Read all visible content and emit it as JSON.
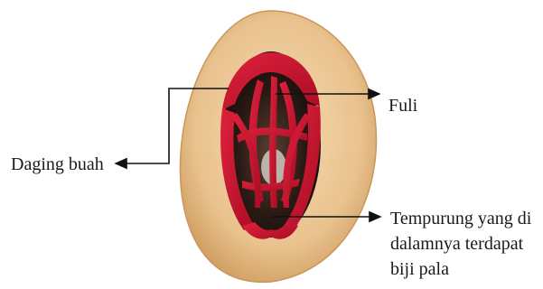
{
  "labels": {
    "fuli": "Fuli",
    "daging_buah": "Daging buah",
    "tempurung": [
      "Tempurung yang di",
      "dalamnya terdapat",
      "biji pala"
    ]
  },
  "colors": {
    "flesh": "#e9c28e",
    "flesh_edge": "#d4a466",
    "mace": "#c8102e",
    "seed_dark": "#2a1a14",
    "line": "#111111"
  }
}
